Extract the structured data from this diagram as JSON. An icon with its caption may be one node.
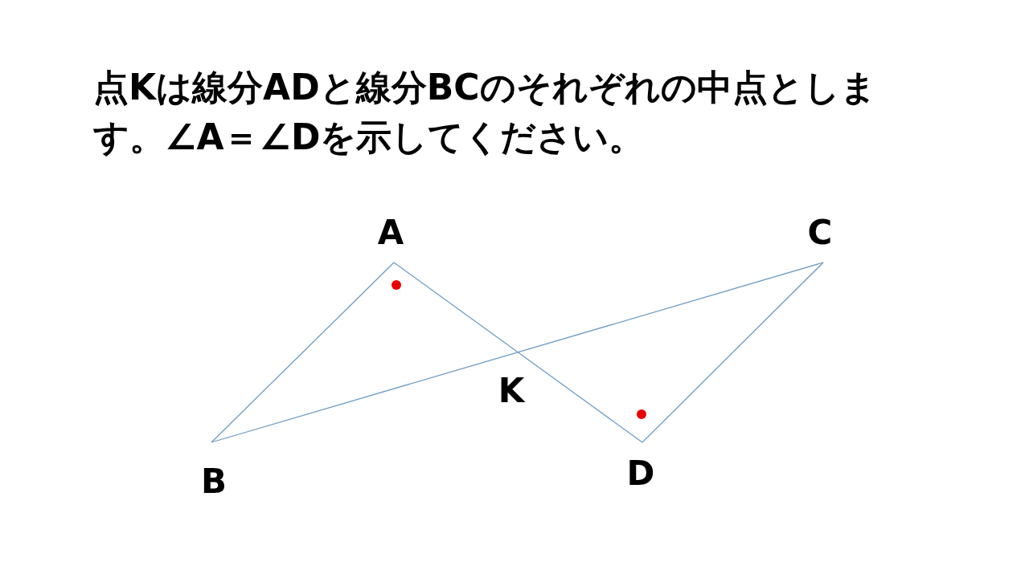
{
  "diagram": {
    "title": "点Kは線分ADと線分BCのそれぞれの中点とします。∠A＝∠Dを示してください。",
    "labels": [
      "A",
      "C",
      "K",
      "B",
      "D"
    ]
  }
}
